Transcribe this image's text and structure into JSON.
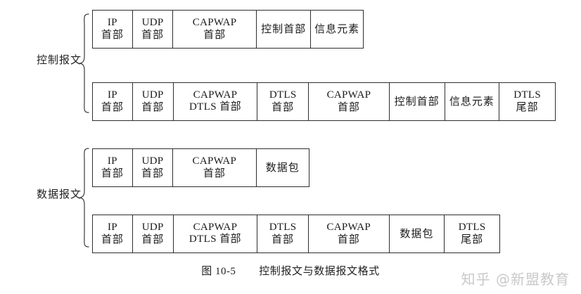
{
  "figure": {
    "caption_number": "图 10-5",
    "caption_title": "控制报文与数据报文格式",
    "watermark": "知乎 @新盟教育"
  },
  "groups": [
    {
      "label": "控制报文",
      "brace_name": "control-message-brace"
    },
    {
      "label": "数据报文",
      "brace_name": "data-message-brace"
    }
  ],
  "rows": [
    {
      "name": "control-plain-row",
      "cells": [
        {
          "line1": "IP",
          "line2": "首部",
          "l1type": "lat",
          "l2type": "cjk"
        },
        {
          "line1": "UDP",
          "line2": "首部",
          "l1type": "lat",
          "l2type": "cjk"
        },
        {
          "line1": "CAPWAP",
          "line2": "首部",
          "l1type": "lat",
          "l2type": "cjk"
        },
        {
          "line1": "",
          "line2": "控制首部",
          "l1type": "lat",
          "l2type": "cjk"
        },
        {
          "line1": "",
          "line2": "信息元素",
          "l1type": "lat",
          "l2type": "cjk"
        }
      ]
    },
    {
      "name": "control-dtls-row",
      "cells": [
        {
          "line1": "IP",
          "line2": "首部",
          "l1type": "lat",
          "l2type": "cjk"
        },
        {
          "line1": "UDP",
          "line2": "首部",
          "l1type": "lat",
          "l2type": "cjk"
        },
        {
          "line1": "CAPWAP",
          "line2": "DTLS 首部",
          "l1type": "lat",
          "l2type": "mix"
        },
        {
          "line1": "DTLS",
          "line2": "首部",
          "l1type": "lat",
          "l2type": "cjk"
        },
        {
          "line1": "CAPWAP",
          "line2": "首部",
          "l1type": "lat",
          "l2type": "cjk"
        },
        {
          "line1": "",
          "line2": "控制首部",
          "l1type": "lat",
          "l2type": "cjk"
        },
        {
          "line1": "",
          "line2": "信息元素",
          "l1type": "lat",
          "l2type": "cjk"
        },
        {
          "line1": "DTLS",
          "line2": "尾部",
          "l1type": "lat",
          "l2type": "cjk"
        }
      ]
    },
    {
      "name": "data-plain-row",
      "cells": [
        {
          "line1": "IP",
          "line2": "首部",
          "l1type": "lat",
          "l2type": "cjk"
        },
        {
          "line1": "UDP",
          "line2": "首部",
          "l1type": "lat",
          "l2type": "cjk"
        },
        {
          "line1": "CAPWAP",
          "line2": "首部",
          "l1type": "lat",
          "l2type": "cjk"
        },
        {
          "line1": "",
          "line2": "数据包",
          "l1type": "lat",
          "l2type": "cjk"
        }
      ]
    },
    {
      "name": "data-dtls-row",
      "cells": [
        {
          "line1": "IP",
          "line2": "首部",
          "l1type": "lat",
          "l2type": "cjk"
        },
        {
          "line1": "UDP",
          "line2": "首部",
          "l1type": "lat",
          "l2type": "cjk"
        },
        {
          "line1": "CAPWAP",
          "line2": "DTLS 首部",
          "l1type": "lat",
          "l2type": "mix"
        },
        {
          "line1": "DTLS",
          "line2": "首部",
          "l1type": "lat",
          "l2type": "cjk"
        },
        {
          "line1": "CAPWAP",
          "line2": "首部",
          "l1type": "lat",
          "l2type": "cjk"
        },
        {
          "line1": "",
          "line2": "数据包",
          "l1type": "lat",
          "l2type": "cjk"
        },
        {
          "line1": "DTLS",
          "line2": "尾部",
          "l1type": "lat",
          "l2type": "cjk"
        }
      ]
    }
  ],
  "colors": {
    "stroke": "#2e2e2e",
    "text": "#1b1b1b",
    "watermark": "#c9c9c9",
    "background": "#ffffff"
  }
}
